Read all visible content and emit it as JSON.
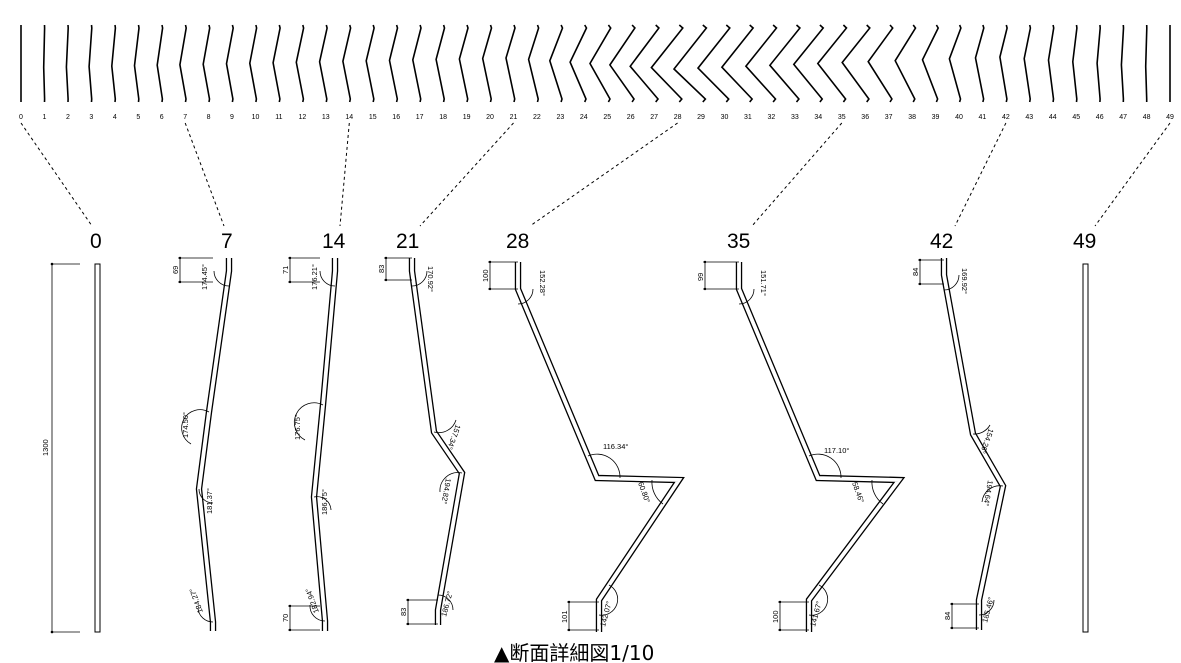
{
  "caption": "▲断面詳細図1/10",
  "strip_labels": [
    "0",
    "1",
    "2",
    "3",
    "4",
    "5",
    "6",
    "7",
    "8",
    "9",
    "10",
    "11",
    "12",
    "13",
    "14",
    "15",
    "16",
    "17",
    "18",
    "19",
    "20",
    "21",
    "22",
    "23",
    "24",
    "25",
    "26",
    "27",
    "28",
    "29",
    "30",
    "31",
    "32",
    "33",
    "34",
    "35",
    "36",
    "37",
    "38",
    "39",
    "40",
    "41",
    "42",
    "43",
    "44",
    "45",
    "46",
    "47",
    "48",
    "49"
  ],
  "sections": [
    {
      "label": "0",
      "dim_total": "1300",
      "dims": [],
      "angles": []
    },
    {
      "label": "7",
      "dims": [
        "69"
      ],
      "angles": [
        "174.45°",
        "174.50°",
        "181.37°",
        "184.27°"
      ]
    },
    {
      "label": "14",
      "dims": [
        "71",
        "70"
      ],
      "angles": [
        "176.21°",
        "176.75°",
        "186.75°",
        "182.94°"
      ]
    },
    {
      "label": "21",
      "dims": [
        "83",
        "83"
      ],
      "angles": [
        "170.92°",
        "157.34°",
        "194.82°",
        "186.72°"
      ]
    },
    {
      "label": "28",
      "dims": [
        "100",
        "101"
      ],
      "angles": [
        "152.28°",
        "116.34°",
        "60.80°",
        "142.07°"
      ]
    },
    {
      "label": "35",
      "dims": [
        "99",
        "100"
      ],
      "angles": [
        "151.71°",
        "117.10°",
        "58.46°",
        "141.67°"
      ]
    },
    {
      "label": "42",
      "dims": [
        "84",
        "84"
      ],
      "angles": [
        "169.92°",
        "154.26°",
        "194.64°",
        "185.46°"
      ]
    },
    {
      "label": "49",
      "dims": [],
      "angles": []
    }
  ]
}
